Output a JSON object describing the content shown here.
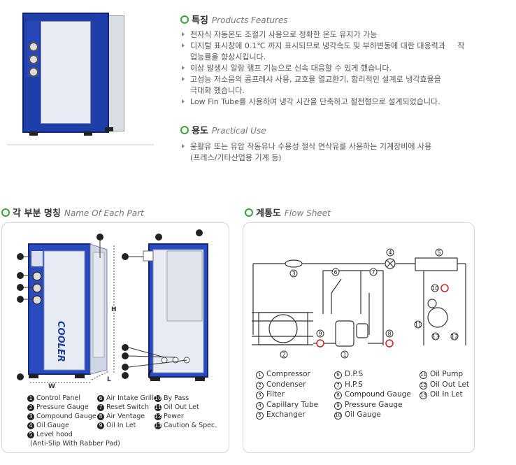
{
  "features": {
    "title_ko": "특징",
    "title_en": "Products Features",
    "items": [
      "전자식 자동온도 조절기 사용으로 정확한 온도 유지가 가능",
      "디지털 표시창에 0.1℃ 까지 표시되므로 냉각속도 및 부하변동에 대한 대응력과     작",
      "업능률을 향상시킵니다.",
      "이상 발생시 알람 램프 기능으로 신속 대응할 수 있게 했습니다.",
      "고성능 저소음의 콤프레샤 사용, 교호율 열교환기, 합리적인 설계로 냉각효율을",
      "극대화 했습니다.",
      "Low Fin Tube를 사용하여 냉각 시간을 단축하고 절전형으로 설계되었습니다."
    ]
  },
  "usage": {
    "title_ko": "용도",
    "title_en": "Practical Use",
    "items": [
      "윤활유 또는 유압 작동유나 수용성 절삭 연삭유를 사용하는 기계장비에 사용",
      "(프레스/기타산업용 기계 등)"
    ]
  },
  "parts": {
    "title_ko": "각 부분 명칭",
    "title_en": "Name Of Each Part",
    "dim_labels": {
      "h": "H",
      "w": "W",
      "l": "L"
    },
    "front_brand": "COOLER",
    "legend_col1": [
      {
        "n": "1",
        "label": "Control Panel"
      },
      {
        "n": "2",
        "label": "Pressure Gauge"
      },
      {
        "n": "3",
        "label": "Compound Gauge"
      },
      {
        "n": "4",
        "label": "Oil Gauge"
      },
      {
        "n": "5",
        "label": "Level hood"
      }
    ],
    "legend_col1_note": "(Anti-Slip With Rabber Pad)",
    "legend_col2": [
      {
        "n": "6",
        "label": "Air Intake Grille"
      },
      {
        "n": "7",
        "label": "Reset Switch"
      },
      {
        "n": "8",
        "label": "Air Ventage"
      },
      {
        "n": "9",
        "label": "Oil In Let"
      }
    ],
    "legend_col3": [
      {
        "n": "10",
        "label": "By Pass"
      },
      {
        "n": "11",
        "label": "Oil Out Let"
      },
      {
        "n": "12",
        "label": "Power"
      },
      {
        "n": "13",
        "label": "Caution & Spec."
      }
    ]
  },
  "flow": {
    "title_ko": "계통도",
    "title_en": "Flow Sheet",
    "legend_col1": [
      {
        "n": "1",
        "label": "Compressor"
      },
      {
        "n": "2",
        "label": "Condenser"
      },
      {
        "n": "3",
        "label": "Filter"
      },
      {
        "n": "4",
        "label": "Capillary Tube"
      },
      {
        "n": "5",
        "label": "Exchanger"
      }
    ],
    "legend_col2": [
      {
        "n": "6",
        "label": "D.P.S"
      },
      {
        "n": "7",
        "label": "H.P.S"
      },
      {
        "n": "8",
        "label": "Compound Gauge"
      },
      {
        "n": "9",
        "label": "Pressure Gauge"
      },
      {
        "n": "10",
        "label": "Oil Gauge"
      }
    ],
    "legend_col3": [
      {
        "n": "11",
        "label": "Oil Pump"
      },
      {
        "n": "12",
        "label": "Oil Out Let"
      },
      {
        "n": "13",
        "label": "Oil In Let"
      }
    ]
  }
}
